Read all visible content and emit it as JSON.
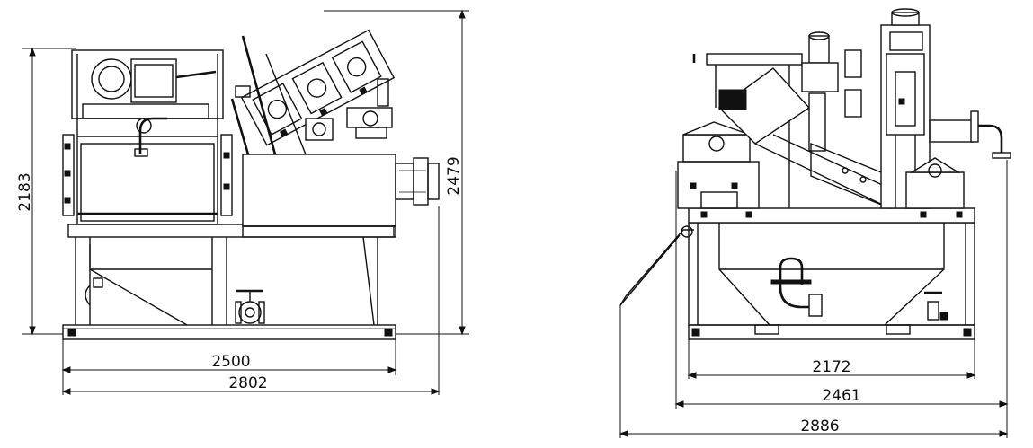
{
  "side_view": {
    "overall_height": "2183",
    "total_height": "2479",
    "base_width": "2500",
    "overall_length": "2802"
  },
  "front_view": {
    "base_width": "2172",
    "inner_width": "2461",
    "overall_width": "2886"
  }
}
